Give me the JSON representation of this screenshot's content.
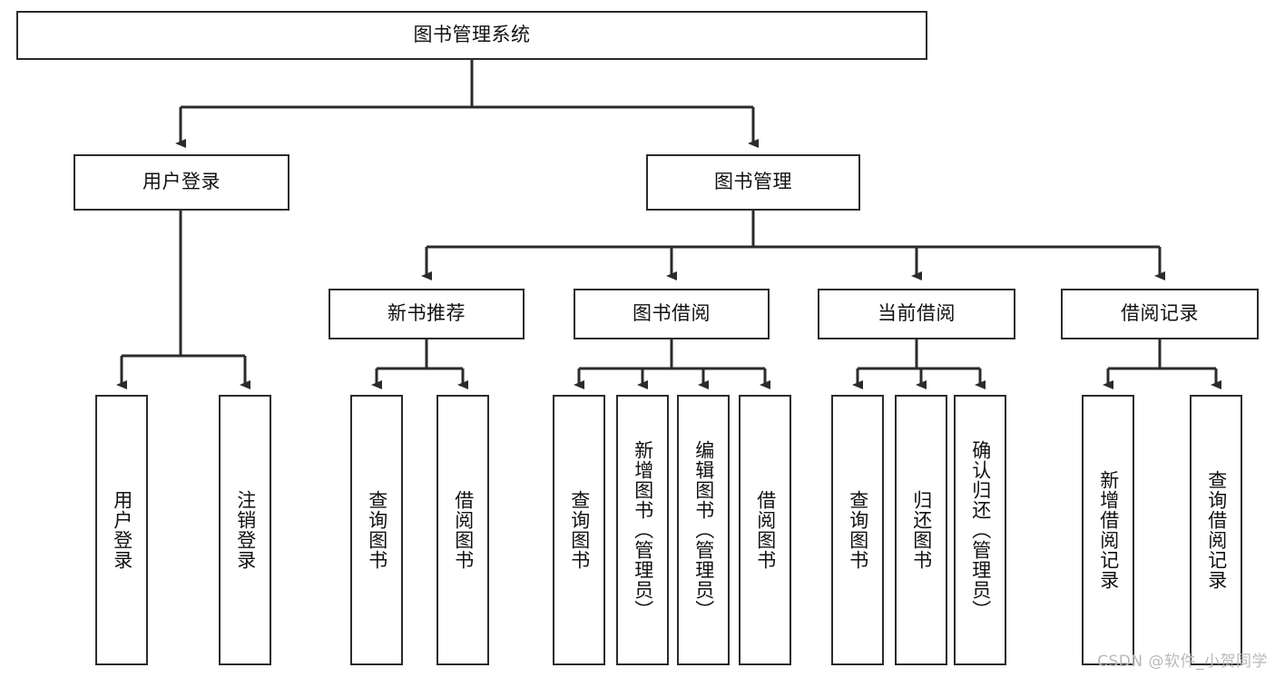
{
  "diagram": {
    "title": "图书管理系统",
    "root": {
      "id": "root",
      "label": "图书管理系统"
    },
    "level2": [
      {
        "id": "user-login",
        "label": "用户登录"
      },
      {
        "id": "book-manage",
        "label": "图书管理"
      }
    ],
    "level3": [
      {
        "id": "new-book-recommend",
        "label": "新书推荐"
      },
      {
        "id": "book-borrow",
        "label": "图书借阅"
      },
      {
        "id": "current-borrow",
        "label": "当前借阅"
      },
      {
        "id": "borrow-record",
        "label": "借阅记录"
      }
    ],
    "leaves": [
      {
        "id": "leaf-user-login",
        "label": "用户登录",
        "parent": "user-login"
      },
      {
        "id": "leaf-logout",
        "label": "注销登录",
        "parent": "user-login"
      },
      {
        "id": "leaf-query-book-1",
        "label": "查询图书",
        "parent": "new-book-recommend"
      },
      {
        "id": "leaf-borrow-book-1",
        "label": "借阅图书",
        "parent": "new-book-recommend"
      },
      {
        "id": "leaf-query-book-2",
        "label": "查询图书",
        "parent": "book-borrow"
      },
      {
        "id": "leaf-add-book",
        "label": "新增图书（管理员）",
        "parent": "book-borrow"
      },
      {
        "id": "leaf-edit-book",
        "label": "编辑图书（管理员）",
        "parent": "book-borrow"
      },
      {
        "id": "leaf-borrow-book-2",
        "label": "借阅图书",
        "parent": "book-borrow"
      },
      {
        "id": "leaf-query-book-3",
        "label": "查询图书",
        "parent": "current-borrow"
      },
      {
        "id": "leaf-return-book",
        "label": "归还图书",
        "parent": "current-borrow"
      },
      {
        "id": "leaf-confirm-return",
        "label": "确认归还（管理员）",
        "parent": "current-borrow"
      },
      {
        "id": "leaf-add-record",
        "label": "新增借阅记录",
        "parent": "borrow-record"
      },
      {
        "id": "leaf-query-record",
        "label": "查询借阅记录",
        "parent": "borrow-record"
      }
    ],
    "colors": {
      "stroke": "#2b2b2b",
      "fill": "#ffffff",
      "text": "#111111",
      "watermark": "#b9b9b9"
    }
  },
  "watermark": {
    "text": "CSDN @软件_小贺同学"
  }
}
